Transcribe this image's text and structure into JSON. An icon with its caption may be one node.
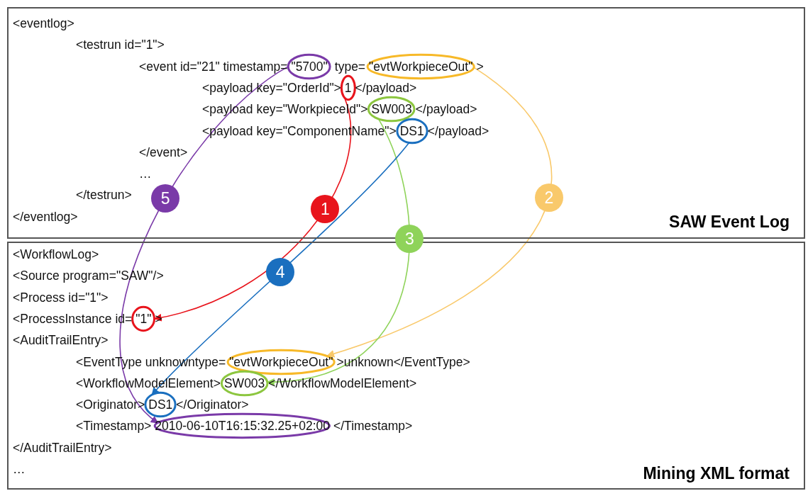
{
  "diagram": {
    "nodes": [
      {
        "text": [
          "<eventlog>",
          "<testrun id=\"1\">",
          "<event id=\"21\" timestamp=",
          "type=",
          ">",
          "<payload key=\"OrderId\">",
          "</payload>",
          "<payload key=\"WorkpieceId\">",
          "</payload>",
          "<payload key=\"ComponentName\">",
          "</payload>",
          "</event>",
          "…",
          "</testrun>",
          "</eventlog>",
          "SAW Event Log"
        ]
      },
      {
        "text": [
          "\"5700\""
        ],
        "in": 0
      },
      {
        "text": [
          "\"evtWorkpieceOut\""
        ],
        "in": 0
      },
      {
        "text": [
          "1"
        ],
        "in": 0
      },
      {
        "text": [
          "SW003"
        ],
        "in": 0
      },
      {
        "text": [
          "DS1"
        ],
        "in": 0
      },
      {
        "text": [
          "<WorkflowLog>",
          "<Source program=\"SAW\"/>",
          "<Process id=\"1\">",
          "<ProcessInstance id=",
          ">",
          "<AuditTrailEntry>",
          "<EventType unknowntype=",
          ">unknown</EventType>",
          "<WorkflowModelElement>",
          "</WorkflowModelElement>",
          "<Originator>",
          "</Originator>",
          "<Timestamp>",
          "</Timestamp>",
          "</AuditTrailEntry>",
          "…",
          "Mining XML format"
        ]
      },
      {
        "text": [
          "\"1\""
        ],
        "in": 6
      },
      {
        "text": [
          "\"evtWorkpieceOut\""
        ],
        "in": 6
      },
      {
        "text": [
          "SW003"
        ],
        "in": 6
      },
      {
        "text": [
          "DS1"
        ],
        "in": 6
      },
      {
        "text": [
          "2010-06-10T16:15:32.25+02:00"
        ],
        "in": 6
      }
    ],
    "edges": [
      {
        "from": 3,
        "to": 7,
        "arrow": "to",
        "label": "1",
        "color": "#e8141c"
      },
      {
        "from": 2,
        "to": 8,
        "arrow": "to",
        "label": "2",
        "color": "#f9c96b"
      },
      {
        "from": 4,
        "to": 9,
        "arrow": "to",
        "label": "3",
        "color": "#8fd35a"
      },
      {
        "from": 5,
        "to": 10,
        "arrow": "to",
        "label": "4",
        "color": "#1a6fbf"
      },
      {
        "from": 1,
        "to": 11,
        "arrow": "to",
        "label": "5",
        "color": "#7a3aa8"
      }
    ]
  }
}
